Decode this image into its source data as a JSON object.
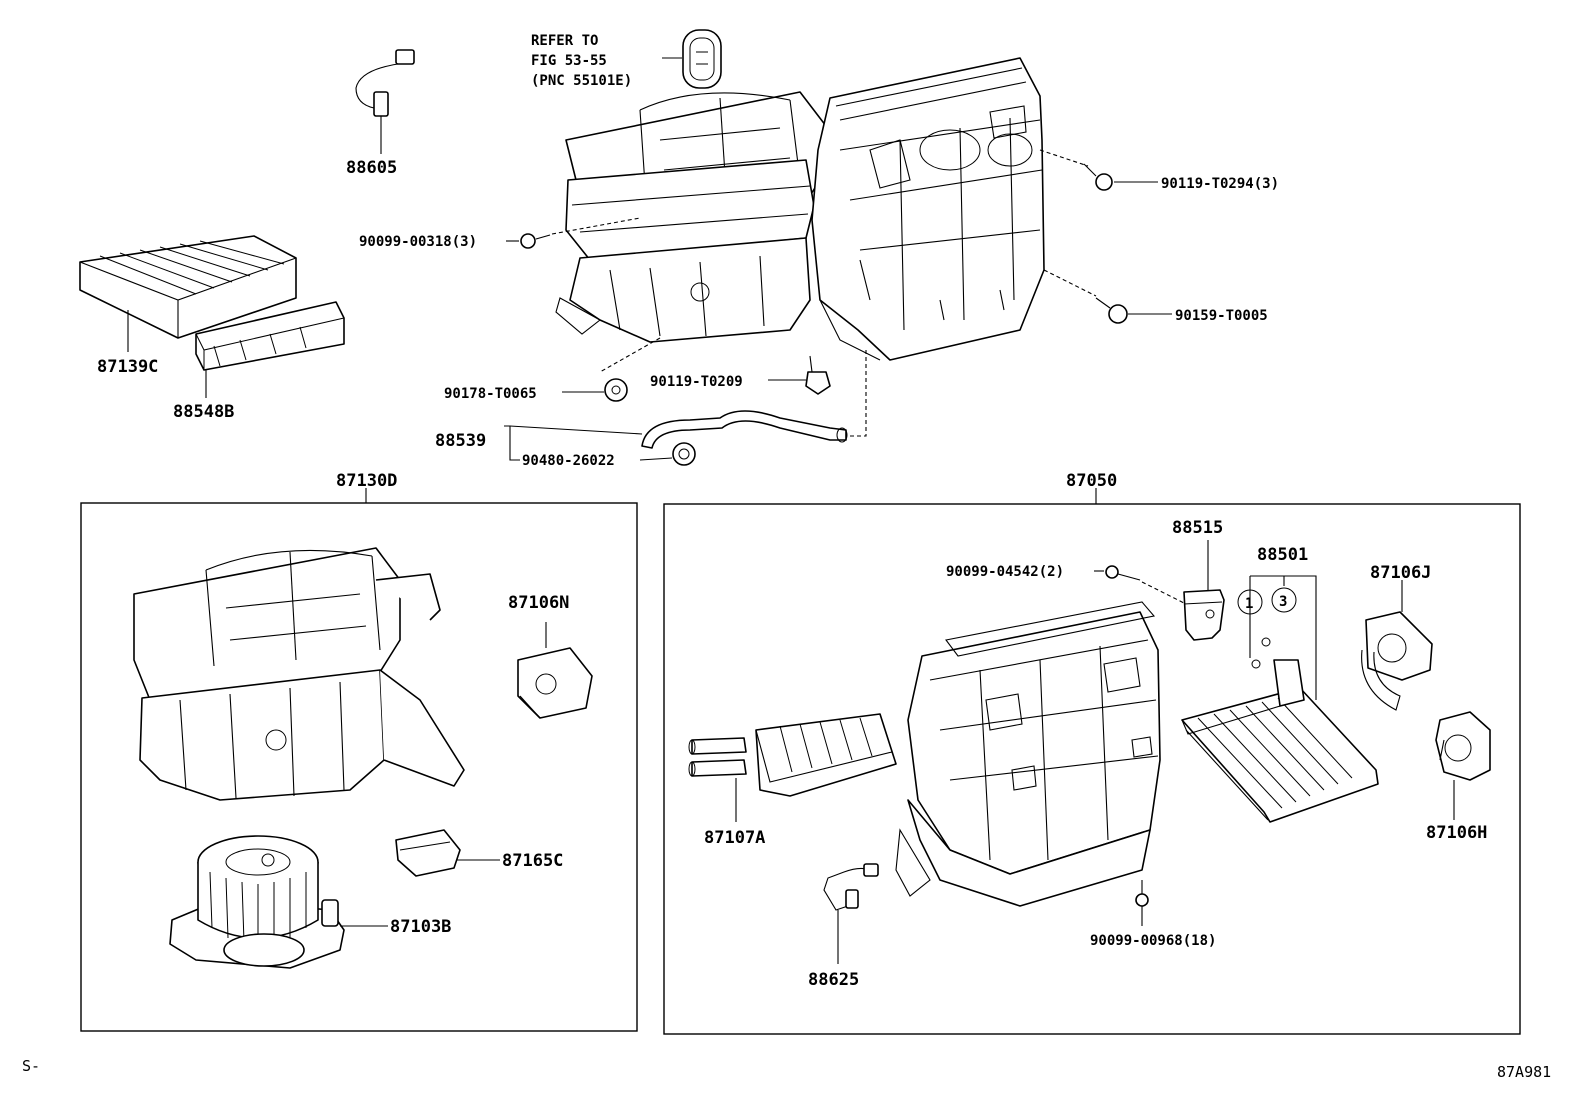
{
  "diagram": {
    "refer": {
      "line1": "REFER TO",
      "line2": "FIG 53-55",
      "line3": "(PNC 55101E)"
    },
    "labels": {
      "p88605": "88605",
      "p90119_T0294": "90119-T0294(3)",
      "p90099_00318": "90099-00318(3)",
      "p90159_T0005": "90159-T0005",
      "p87139C": "87139C",
      "p88548B": "88548B",
      "p90178_T0065": "90178-T0065",
      "p90119_T0209": "90119-T0209",
      "p88539": "88539",
      "p90480_26022": "90480-26022",
      "p87130D": "87130D",
      "p87050": "87050",
      "p87106N": "87106N",
      "p87165C": "87165C",
      "p87103B": "87103B",
      "p88515": "88515",
      "p90099_04542": "90099-04542(2)",
      "p88501": "88501",
      "p87106J": "87106J",
      "p87106H": "87106H",
      "p87107A": "87107A",
      "p88625": "88625",
      "p90099_00968": "90099-00968(18)"
    },
    "callouts": {
      "one": "1",
      "three": "3"
    },
    "footer": {
      "left": "S-",
      "right": "87A981"
    }
  }
}
